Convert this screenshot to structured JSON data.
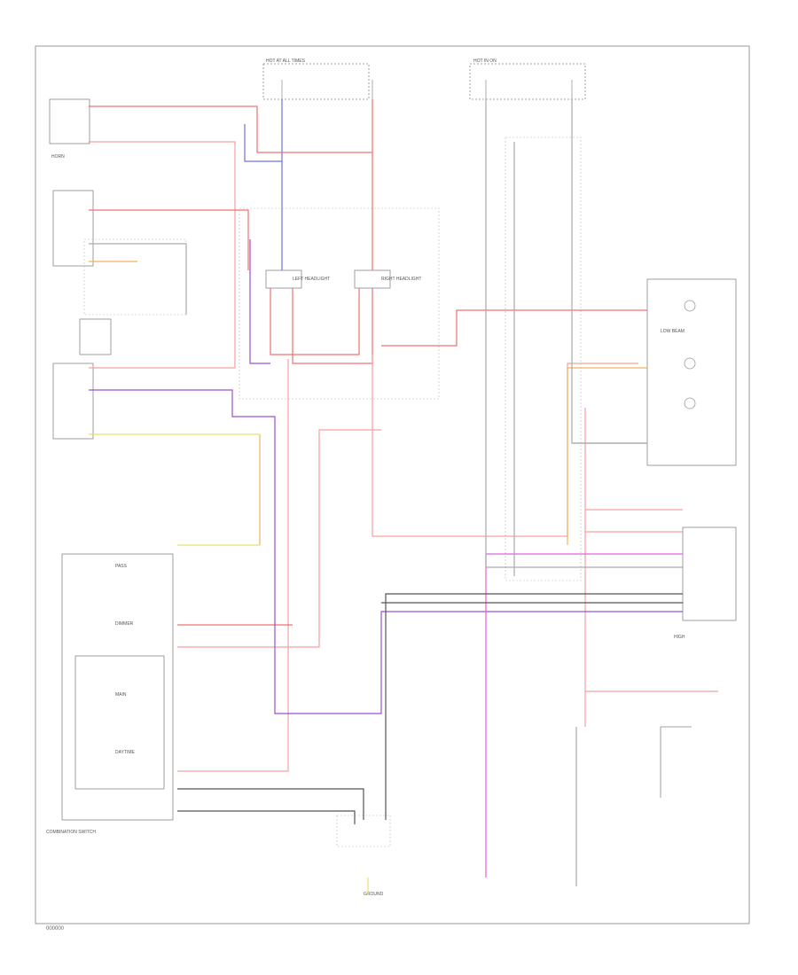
{
  "labels": {
    "horn_relay": "HORN",
    "left_headlight": "LEFT HEADLIGHT",
    "right_headlight": "RIGHT HEADLIGHT",
    "low_beam": "LOW BEAM",
    "combination_switch": "COMBINATION SWITCH",
    "pass": "PASS",
    "dimmer": "DIMMER",
    "main": "MAIN",
    "daytime": "DAYTIME",
    "high": "HIGH",
    "fuse_hot": "HOT AT ALL TIMES",
    "hot_on": "HOT IN ON",
    "ground": "GROUND"
  },
  "footer": {
    "page_code": "000000"
  },
  "colors": {
    "red": "#f07070",
    "pink": "#f4a0a0",
    "blue": "#7070e0",
    "purple": "#9a50d0",
    "magenta": "#e060e0",
    "orange": "#f0b060",
    "yellow": "#e8e070",
    "black": "#555555",
    "gray": "#aaaaaa"
  }
}
